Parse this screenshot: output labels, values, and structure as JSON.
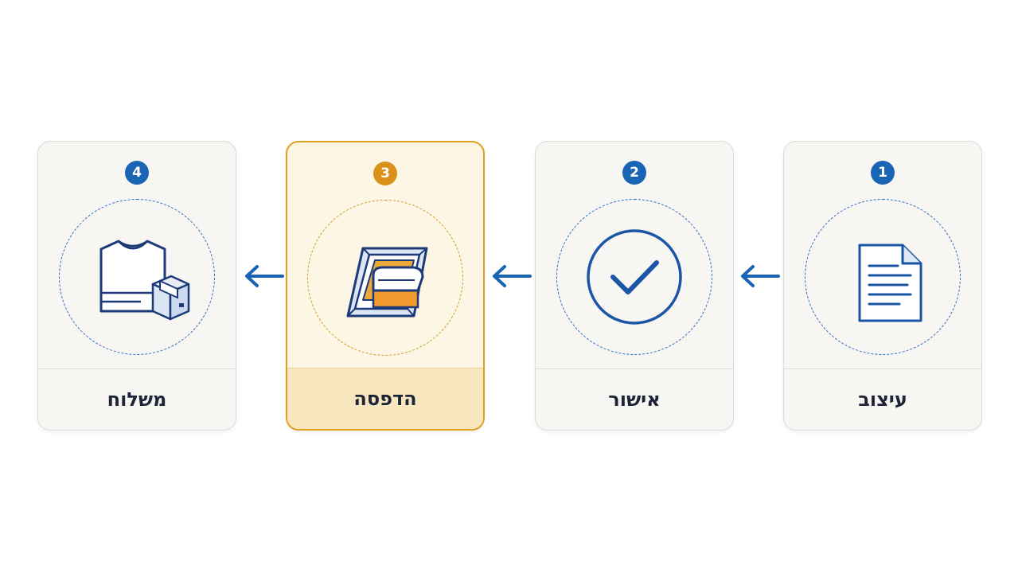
{
  "steps": [
    {
      "number": "1",
      "label": "עיצוב",
      "icon": "document-icon"
    },
    {
      "number": "2",
      "label": "אישור",
      "icon": "checkmark-circle-icon"
    },
    {
      "number": "3",
      "label": "הדפסה",
      "icon": "screen-print-icon"
    },
    {
      "number": "4",
      "label": "משלוח",
      "icon": "shirt-box-icon"
    }
  ],
  "colors": {
    "primary_blue": "#1a64b6",
    "highlight_orange": "#d9911a",
    "highlight_fill": "#fdf6e4",
    "card_fill": "#f7f6f3"
  }
}
